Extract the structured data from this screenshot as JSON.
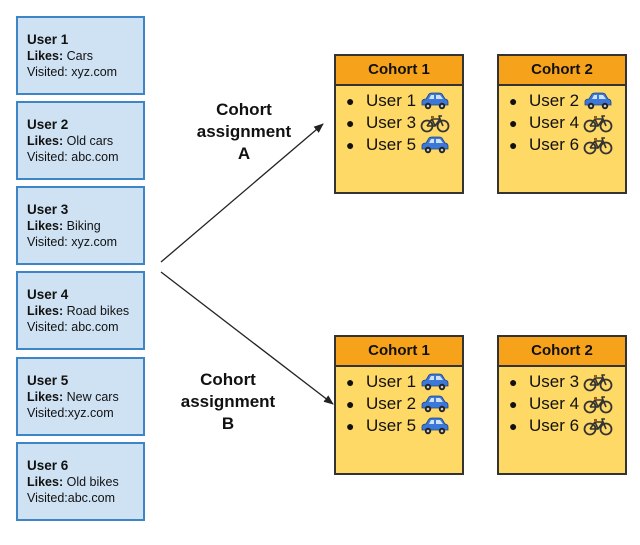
{
  "users": [
    {
      "name": "User 1",
      "likes_label": "Likes:",
      "likes": " Cars",
      "visited": "Visited: xyz.com"
    },
    {
      "name": "User 2",
      "likes_label": "Likes:",
      "likes": " Old cars",
      "visited": "Visited: abc.com"
    },
    {
      "name": "User 3",
      "likes_label": "Likes:",
      "likes": " Biking",
      "visited": "Visited: xyz.com"
    },
    {
      "name": "User 4",
      "likes_label": "Likes:",
      "likes": " Road bikes",
      "visited": "Visited: abc.com"
    },
    {
      "name": "User 5",
      "likes_label": "Likes:",
      "likes": " New cars",
      "visited": "Visited:xyz.com"
    },
    {
      "name": "User 6",
      "likes_label": "Likes:",
      "likes": " Old bikes",
      "visited": "Visited:abc.com"
    }
  ],
  "assignments": [
    {
      "label_lines": [
        "Cohort",
        "assignment",
        "A"
      ],
      "cohorts": [
        {
          "title": "Cohort 1",
          "members": [
            {
              "name": "User 1",
              "icon": "car-icon"
            },
            {
              "name": "User 3",
              "icon": "bike-icon"
            },
            {
              "name": "User 5",
              "icon": "car-icon"
            }
          ]
        },
        {
          "title": "Cohort 2",
          "members": [
            {
              "name": "User 2",
              "icon": "car-icon"
            },
            {
              "name": "User 4",
              "icon": "bike-icon"
            },
            {
              "name": "User 6",
              "icon": "bike-icon"
            }
          ]
        }
      ]
    },
    {
      "label_lines": [
        "Cohort",
        "assignment",
        "B"
      ],
      "cohorts": [
        {
          "title": "Cohort 1",
          "members": [
            {
              "name": "User 1",
              "icon": "car-icon"
            },
            {
              "name": "User 2",
              "icon": "car-icon"
            },
            {
              "name": "User 5",
              "icon": "car-icon"
            }
          ]
        },
        {
          "title": "Cohort 2",
          "members": [
            {
              "name": "User 3",
              "icon": "bike-icon"
            },
            {
              "name": "User 4",
              "icon": "bike-icon"
            },
            {
              "name": "User 6",
              "icon": "bike-icon"
            }
          ]
        }
      ]
    }
  ],
  "colors": {
    "user_fill": "#cfe2f3",
    "user_border": "#3d85c6",
    "cohort_fill": "#ffd966",
    "cohort_header": "#f6a21a",
    "car": "#3c78d8",
    "bike": "#333333"
  }
}
